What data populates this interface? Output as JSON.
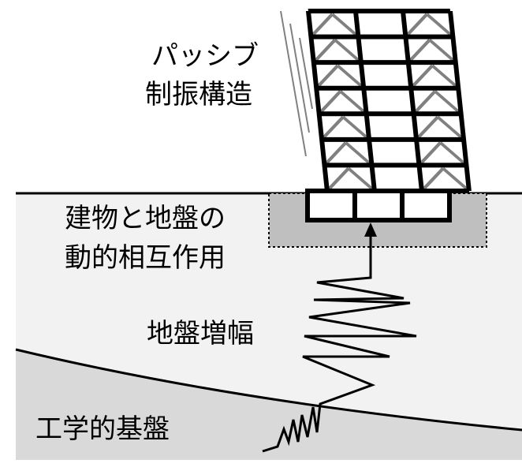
{
  "labels": {
    "passive_line1": "パッシブ",
    "passive_line2": "制振構造",
    "ssi_line1": "建物と地盤の",
    "ssi_line2": "動的相互作用",
    "amplification": "地盤増幅",
    "bedrock": "工学的基盤"
  },
  "building": {
    "stories": 7,
    "bays": 3,
    "braced_bays": [
      0,
      2
    ]
  },
  "colors": {
    "ground_fill": "#f2f2f2",
    "bedrock_fill": "#d9d9d9",
    "ssi_box_fill": "#bfbfbf",
    "frame": "#000000",
    "brace": "#808080",
    "motion_lines": "#808080"
  }
}
